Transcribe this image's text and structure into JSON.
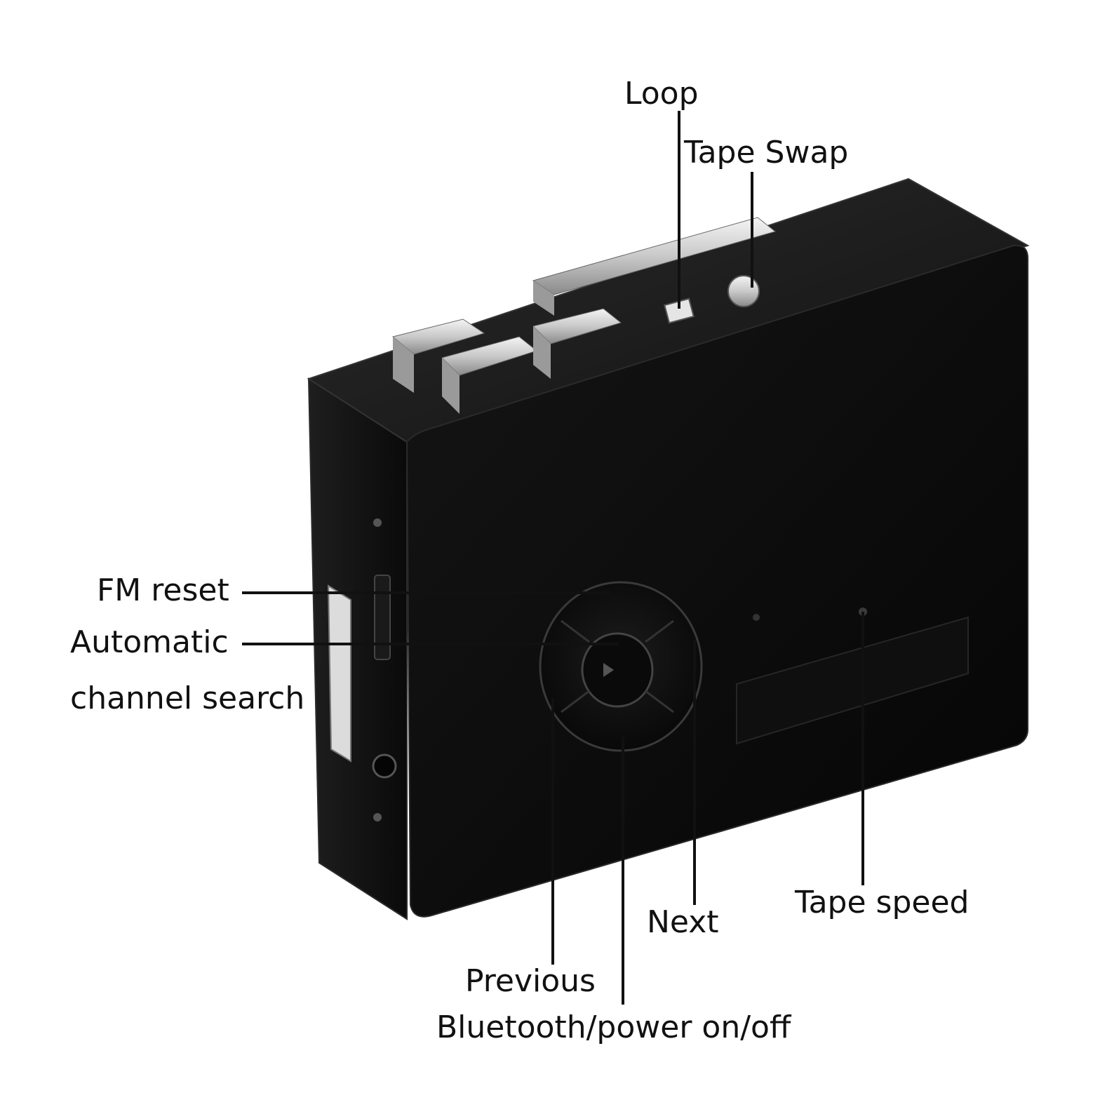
{
  "image": {
    "subject": "cassette-player",
    "colors": {
      "body": "#0b0b0b",
      "body_edge": "#2a2a2a",
      "chrome": "#d8d8d8",
      "label_text": "#111111",
      "leader_line": "#111111"
    }
  },
  "callouts": {
    "loop": "Loop",
    "tape_swap": "Tape Swap",
    "fm_reset": "FM reset",
    "auto_search": "Automatic\nchannel search",
    "next": "Next",
    "tape_speed": "Tape speed",
    "previous": "Previous",
    "bluetooth_power": "Bluetooth/power on/off"
  }
}
